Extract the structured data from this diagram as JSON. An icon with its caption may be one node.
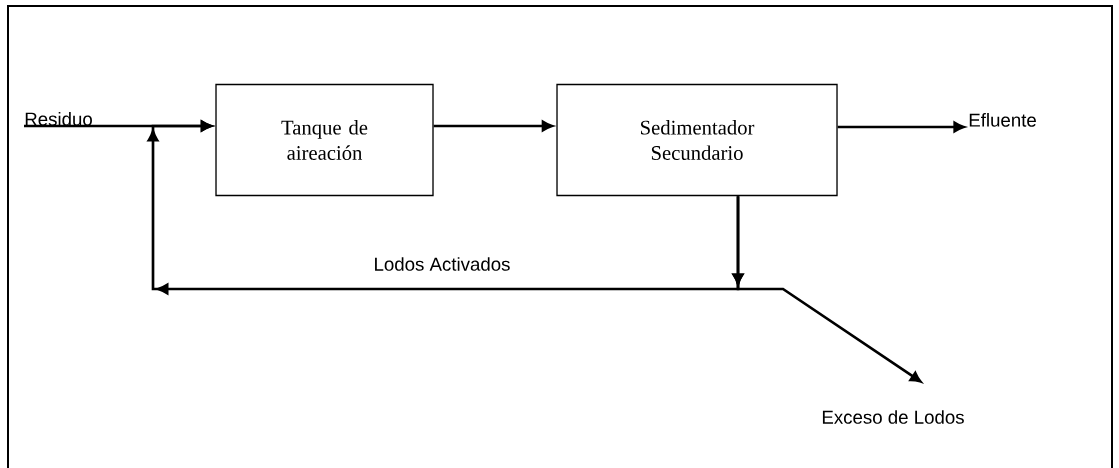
{
  "diagram": {
    "nodes": [
      {
        "text": [
          "Residuo"
        ]
      },
      {
        "text": [
          "Tanque de aireación"
        ]
      },
      {
        "text": [
          "Sedimentador Secundario"
        ]
      },
      {
        "text": [
          "Efluente"
        ]
      },
      {
        "text": [
          "Exceso de Lodos"
        ]
      }
    ],
    "edges": [
      {
        "from": 0,
        "to": 1,
        "arrow": "to"
      },
      {
        "from": 1,
        "to": 2,
        "arrow": "to"
      },
      {
        "from": 2,
        "to": 3,
        "arrow": "to"
      },
      {
        "from": 2,
        "to": 1,
        "arrow": "to",
        "label": "Lodos Activados"
      },
      {
        "from": 2,
        "to": 4,
        "arrow": "to"
      }
    ]
  }
}
